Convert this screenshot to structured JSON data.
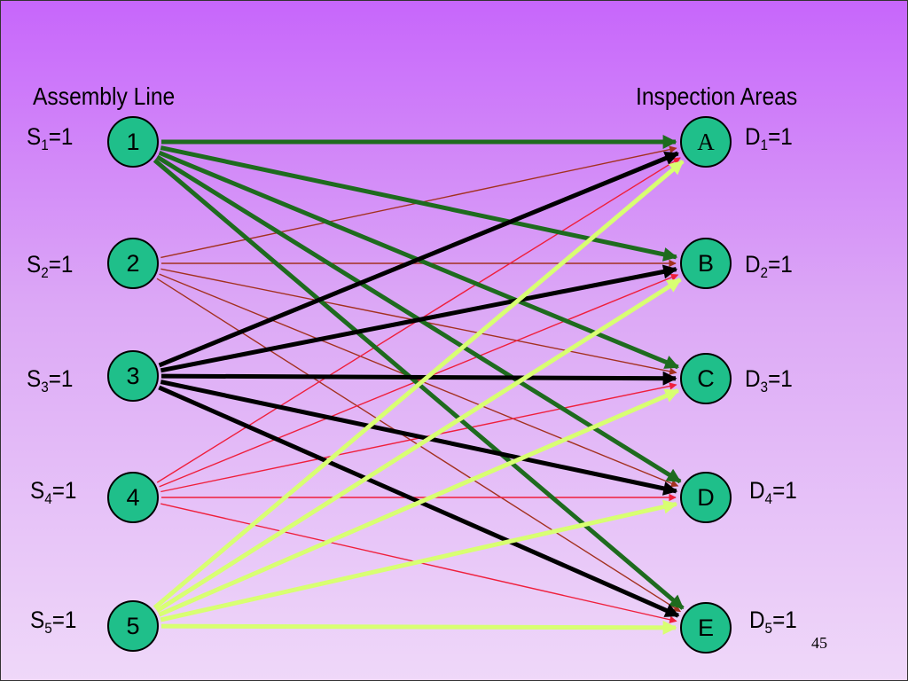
{
  "headings": {
    "left": "Assembly Line",
    "right": "Inspection Areas"
  },
  "sources": [
    {
      "id": "1",
      "label": "S",
      "sub": "1",
      "value": "=1"
    },
    {
      "id": "2",
      "label": "S",
      "sub": "2",
      "value": "=1"
    },
    {
      "id": "3",
      "label": "S",
      "sub": "3",
      "value": "=1"
    },
    {
      "id": "4",
      "label": "S",
      "sub": "4",
      "value": "=1"
    },
    {
      "id": "5",
      "label": "S",
      "sub": "5",
      "value": "=1"
    }
  ],
  "destinations": [
    {
      "id": "A",
      "label": "D",
      "sub": "1",
      "value": "=1"
    },
    {
      "id": "B",
      "label": "D",
      "sub": "2",
      "value": "=1"
    },
    {
      "id": "C",
      "label": "D",
      "sub": "3",
      "value": "=1"
    },
    {
      "id": "D",
      "label": "D",
      "sub": "4",
      "value": "=1"
    },
    {
      "id": "E",
      "label": "D",
      "sub": "5",
      "value": "=1"
    }
  ],
  "edge_colors": {
    "1": "#1e6b1e",
    "2": "#a3311f",
    "3": "#000000",
    "4": "#ef1f3c",
    "5": "#d8ff72"
  },
  "edges": [
    {
      "from": "1",
      "to": "A"
    },
    {
      "from": "1",
      "to": "B"
    },
    {
      "from": "1",
      "to": "C"
    },
    {
      "from": "1",
      "to": "D"
    },
    {
      "from": "1",
      "to": "E"
    },
    {
      "from": "2",
      "to": "A"
    },
    {
      "from": "2",
      "to": "B"
    },
    {
      "from": "2",
      "to": "C"
    },
    {
      "from": "2",
      "to": "D"
    },
    {
      "from": "2",
      "to": "E"
    },
    {
      "from": "3",
      "to": "A"
    },
    {
      "from": "3",
      "to": "B"
    },
    {
      "from": "3",
      "to": "C"
    },
    {
      "from": "3",
      "to": "D"
    },
    {
      "from": "3",
      "to": "E"
    },
    {
      "from": "4",
      "to": "A"
    },
    {
      "from": "4",
      "to": "B"
    },
    {
      "from": "4",
      "to": "C"
    },
    {
      "from": "4",
      "to": "D"
    },
    {
      "from": "4",
      "to": "E"
    },
    {
      "from": "5",
      "to": "A"
    },
    {
      "from": "5",
      "to": "B"
    },
    {
      "from": "5",
      "to": "C"
    },
    {
      "from": "5",
      "to": "D"
    },
    {
      "from": "5",
      "to": "E"
    }
  ],
  "page_number": "45"
}
